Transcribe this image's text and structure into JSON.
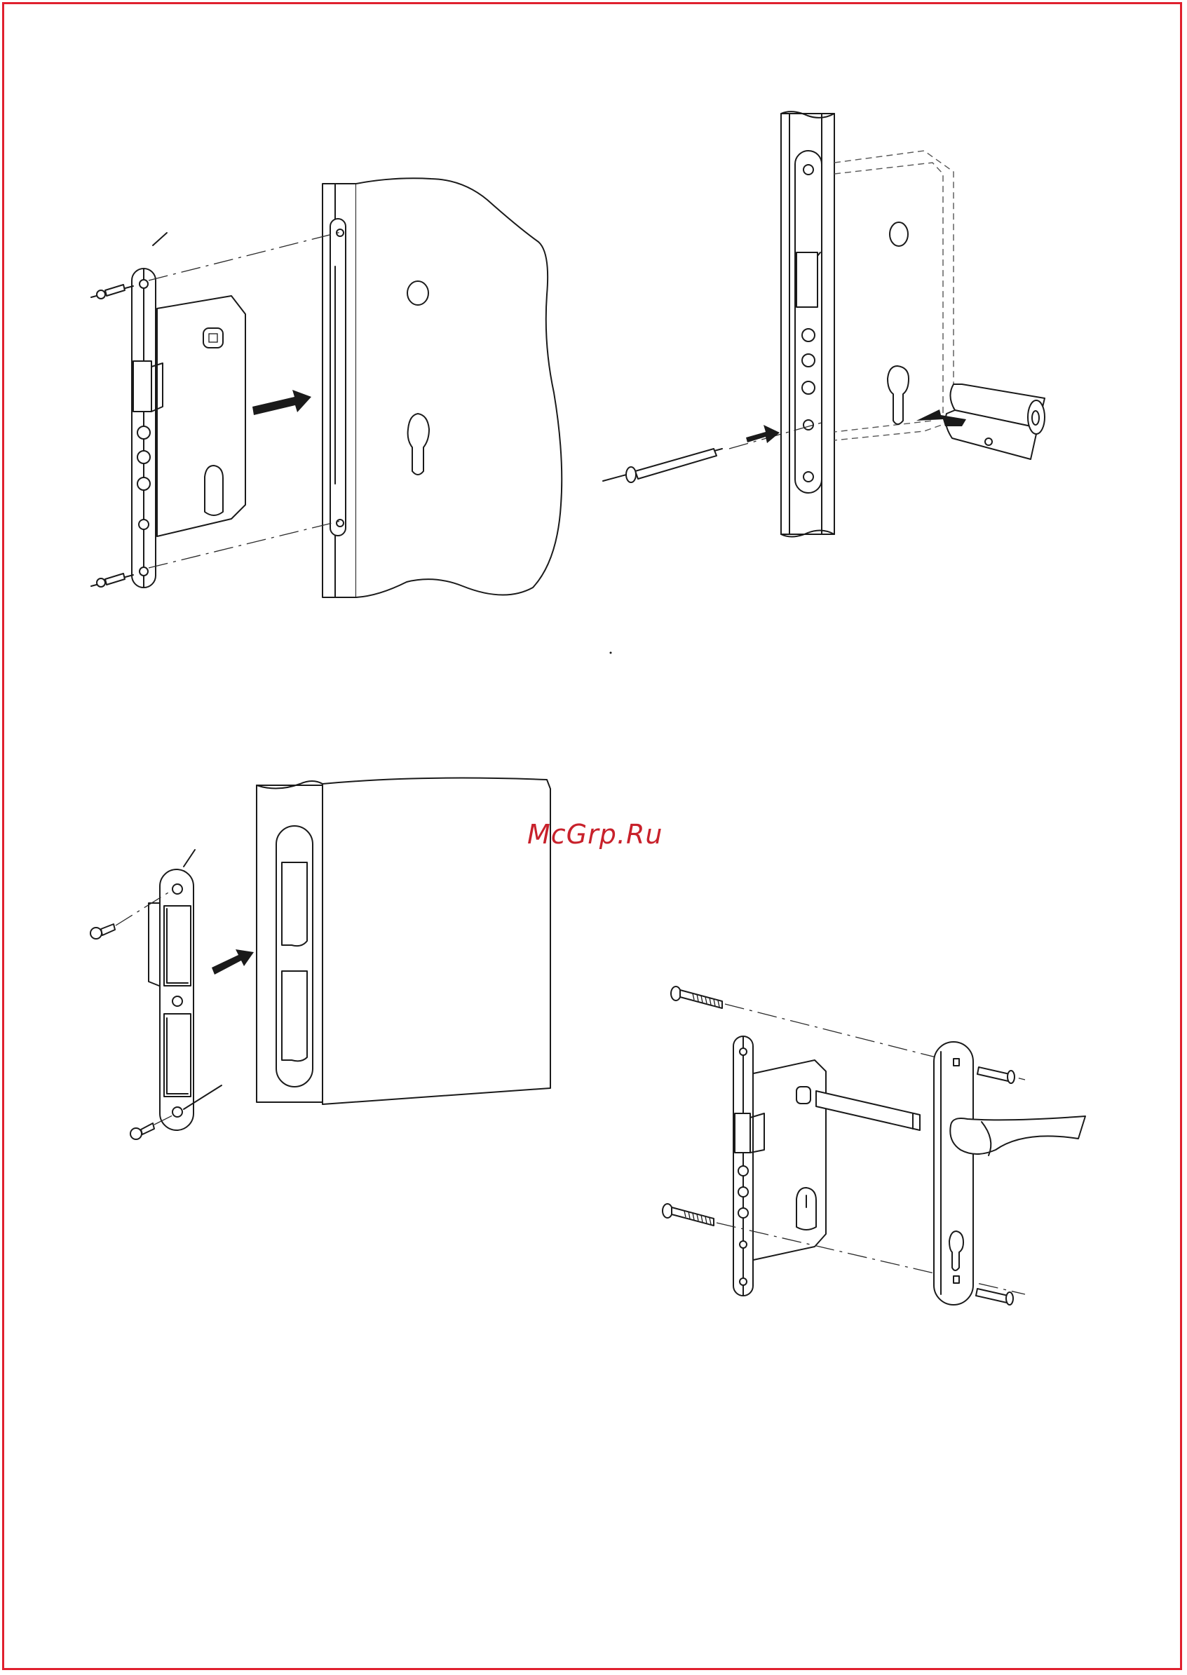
{
  "frame": {
    "border_color": "#e0202e"
  },
  "watermark": {
    "text": "McGrp.Ru",
    "color": "#c8212b"
  },
  "steps": [
    {
      "id": "insert-mortise-lock"
    },
    {
      "id": "insert-cylinder"
    },
    {
      "id": "fit-strike-plate"
    },
    {
      "id": "mount-handles"
    }
  ]
}
